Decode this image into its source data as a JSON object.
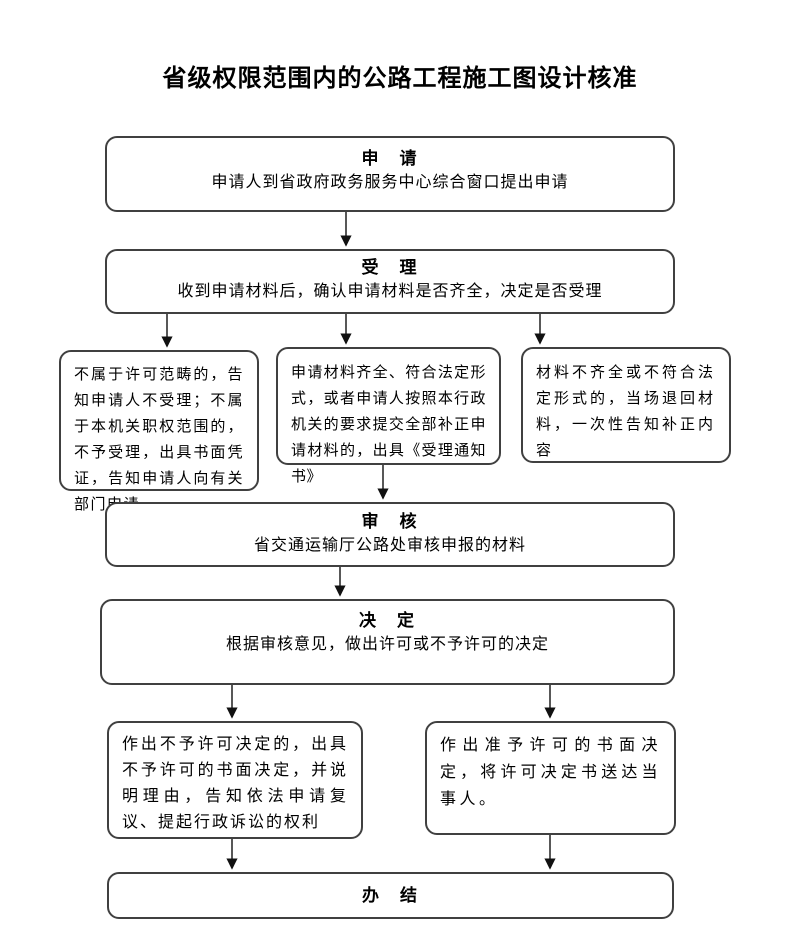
{
  "page": {
    "title": "省级权限范围内的公路工程施工图设计核准"
  },
  "colors": {
    "background": "#ffffff",
    "box_border": "#404040",
    "connector": "#111111",
    "text": "#000000"
  },
  "flowchart": {
    "steps": {
      "apply": {
        "heading": "申　请",
        "body": "申请人到省政府政务服务中心综合窗口提出申请"
      },
      "accept": {
        "heading": "受　理",
        "body": "收到申请材料后，确认申请材料是否齐全，决定是否受理"
      },
      "review": {
        "heading": "审　核",
        "body": "省交通运输厅公路处审核申报的材料"
      },
      "decide": {
        "heading": "决　定",
        "body": "根据审核意见，做出许可或不予许可的决定"
      },
      "complete": {
        "heading": "办　结"
      }
    },
    "branches": {
      "not_in_scope": "不属于许可范畴的，告知申请人不受理；不属于本机关职权范围的，不予受理，出具书面凭证，告知申请人向有关部门申请",
      "accept_notice": "申请材料齐全、符合法定形式，或者申请人按照本行政机关的要求提交全部补正申请材料的，出具《受理通知书》",
      "return_materials": "材料不齐全或不符合法定形式的，当场退回材料，一次性告知补正内容",
      "deny": "作出不予许可决定的，出具不予许可的书面决定，并说明理由，告知依法申请复议、提起行政诉讼的权利",
      "grant": "作出准予许可的书面决定，将许可决定书送达当事人。"
    }
  }
}
